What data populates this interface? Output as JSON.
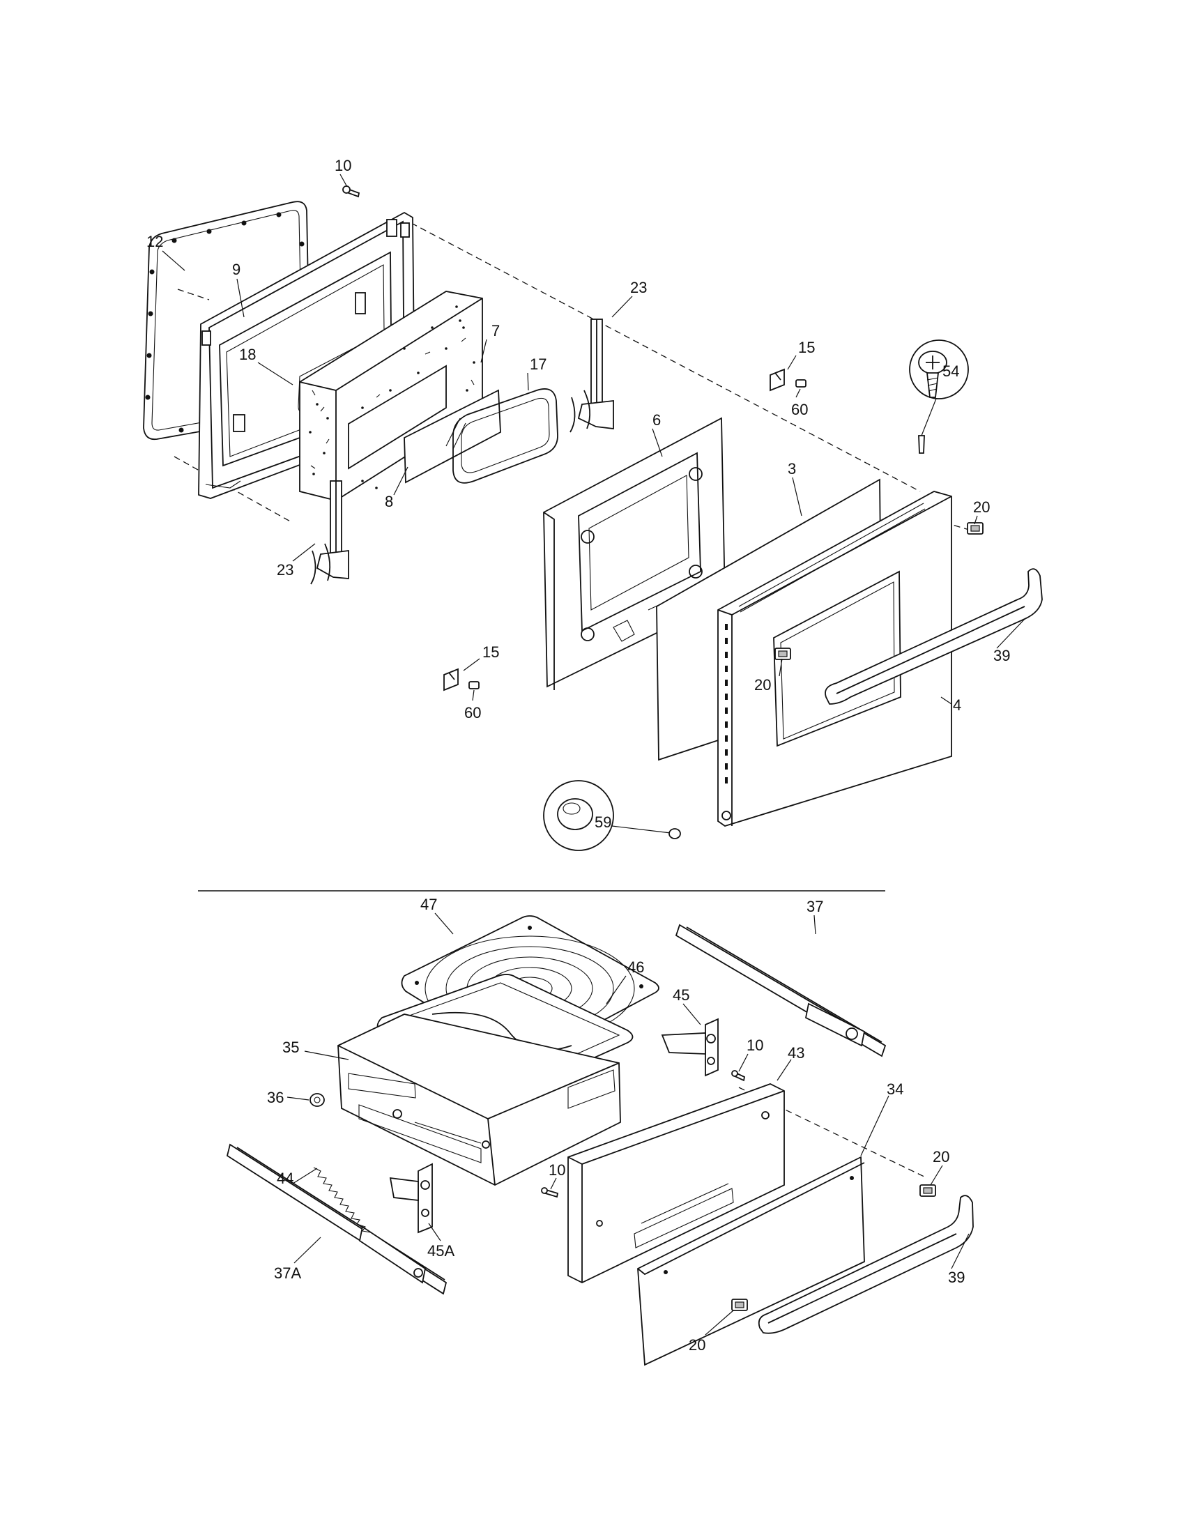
{
  "callouts": {
    "c10a": "10",
    "c12": "12",
    "c9": "9",
    "c23a": "23",
    "c7": "7",
    "c18": "18",
    "c17": "17",
    "c15a": "15",
    "c60a": "60",
    "c54": "54",
    "c6": "6",
    "c3": "3",
    "c8": "8",
    "c20a": "20",
    "c23b": "23",
    "c39a": "39",
    "c15b": "15",
    "c20b": "20",
    "c4": "4",
    "c60b": "60",
    "c59": "59",
    "c47": "47",
    "c37": "37",
    "c46": "46",
    "c45": "45",
    "c35": "35",
    "c10b": "10",
    "c43": "43",
    "c36": "36",
    "c34": "34",
    "c20c": "20",
    "c10c": "10",
    "c44": "44",
    "c45a": "45A",
    "c39b": "39",
    "c37a": "37A",
    "c20d": "20"
  },
  "icons": [
    "screw-icon",
    "bumper-icon"
  ]
}
